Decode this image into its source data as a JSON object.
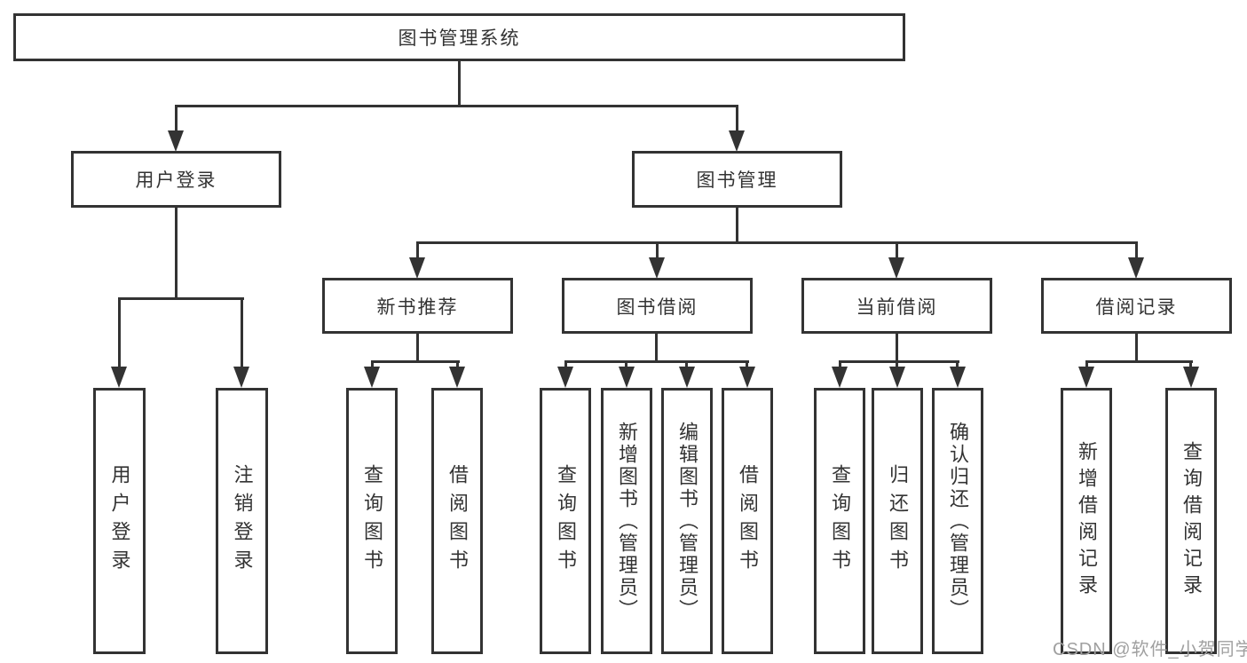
{
  "tree": {
    "label": "图书管理系统",
    "children": [
      {
        "label": "用户登录",
        "children": [
          {
            "label": "用户登录"
          },
          {
            "label": "注销登录"
          }
        ]
      },
      {
        "label": "图书管理",
        "children": [
          {
            "label": "新书推荐",
            "children": [
              {
                "label": "查询图书"
              },
              {
                "label": "借阅图书"
              }
            ]
          },
          {
            "label": "图书借阅",
            "children": [
              {
                "label": "查询图书"
              },
              {
                "label": "新增图书（管理员）"
              },
              {
                "label": "编辑图书（管理员）"
              },
              {
                "label": "借阅图书"
              }
            ]
          },
          {
            "label": "当前借阅",
            "children": [
              {
                "label": "查询图书"
              },
              {
                "label": "归还图书"
              },
              {
                "label": "确认归还（管理员）"
              }
            ]
          },
          {
            "label": "借阅记录",
            "children": [
              {
                "label": "新增借阅记录"
              },
              {
                "label": "查询借阅记录"
              }
            ]
          }
        ]
      }
    ]
  },
  "watermark": "CSDN @软件_小贺同学",
  "colors": {
    "line": "#333333",
    "text": "#333333",
    "watermark": "#a0a0a0",
    "background": "#ffffff"
  }
}
